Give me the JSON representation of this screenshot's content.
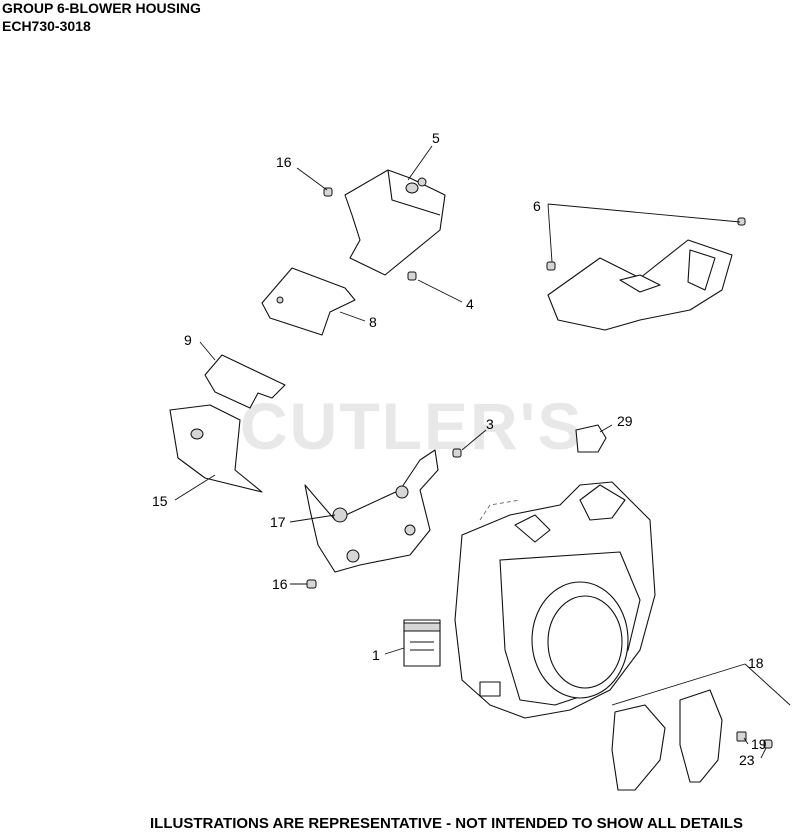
{
  "header": {
    "group_title": "GROUP 6-BLOWER HOUSING",
    "model_code": "ECH730-3018"
  },
  "watermark": "CUTLER'S",
  "footer": "ILLUSTRATIONS ARE REPRESENTATIVE - NOT INTENDED TO SHOW ALL DETAILS",
  "callouts": [
    "16",
    "5",
    "6",
    "4",
    "8",
    "9",
    "3",
    "29",
    "15",
    "17",
    "16",
    "1",
    "18",
    "19",
    "23"
  ]
}
